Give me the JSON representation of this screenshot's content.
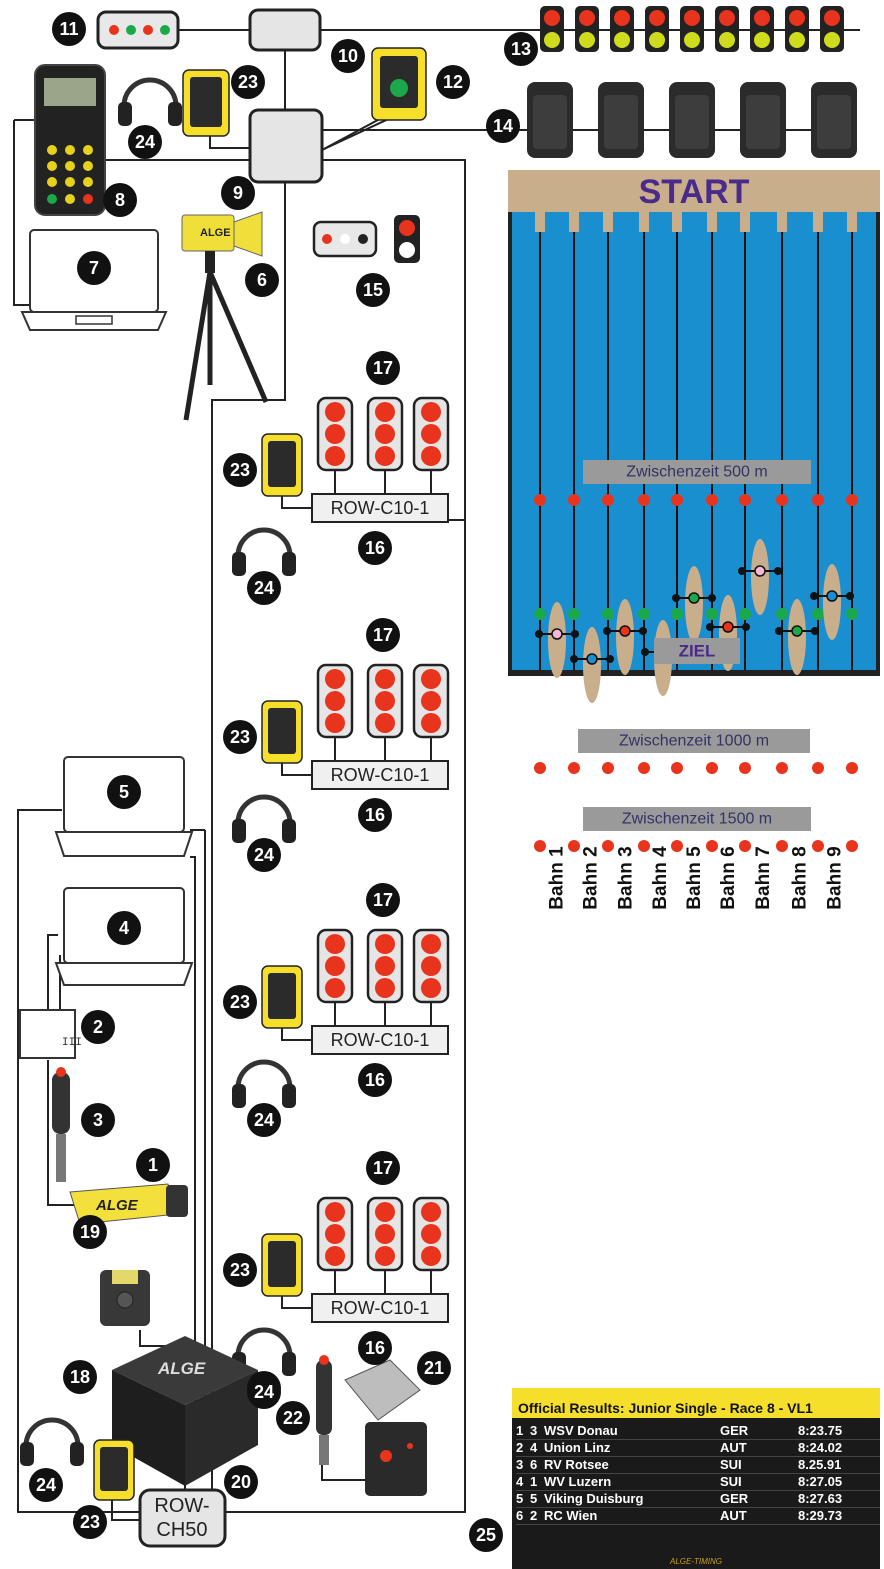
{
  "colors": {
    "water": "#1a8fcf",
    "deck": "#c9ae8c",
    "buoy_red": "#e8341c",
    "buoy_green": "#1aa84a",
    "badge": "#111111",
    "panel_yellow": "#f5df2a",
    "results_bg": "#1a1a1a",
    "results_header": "#f5df2a"
  },
  "course": {
    "start_label": "START",
    "finish_label": "ZIEL",
    "split_labels": [
      "Zwischenzeit 500 m",
      "Zwischenzeit 1000 m",
      "Zwischenzeit 1500 m"
    ],
    "lanes": [
      "Bahn 1",
      "Bahn 2",
      "Bahn 3",
      "Bahn 4",
      "Bahn 5",
      "Bahn 6",
      "Bahn 7",
      "Bahn 8",
      "Bahn 9"
    ]
  },
  "device_label": "ROW-C10-1",
  "host_label_line1": "ROW-",
  "host_label_line2": "CH50",
  "brand_text": "ALGE",
  "badges": [
    "1",
    "2",
    "3",
    "4",
    "5",
    "6",
    "7",
    "8",
    "9",
    "10",
    "11",
    "12",
    "13",
    "14",
    "15",
    "16",
    "17",
    "18",
    "19",
    "20",
    "21",
    "22",
    "23",
    "24",
    "25"
  ],
  "results": {
    "title": "Official Results: Junior Single - Race 8 - VL1",
    "rows": [
      {
        "rank": "1",
        "lane": "3",
        "club": "WSV Donau",
        "nation": "GER",
        "time": "8:23.75"
      },
      {
        "rank": "2",
        "lane": "4",
        "club": "Union Linz",
        "nation": "AUT",
        "time": "8:24.02"
      },
      {
        "rank": "3",
        "lane": "6",
        "club": "RV Rotsee",
        "nation": "SUI",
        "time": "8.25.91"
      },
      {
        "rank": "4",
        "lane": "1",
        "club": "WV Luzern",
        "nation": "SUI",
        "time": "8:27.05"
      },
      {
        "rank": "5",
        "lane": "5",
        "club": "Viking Duisburg",
        "nation": "GER",
        "time": "8:27.63"
      },
      {
        "rank": "6",
        "lane": "2",
        "club": "RC Wien",
        "nation": "AUT",
        "time": "8:29.73"
      }
    ],
    "footer": "ALGE-TIMING"
  }
}
